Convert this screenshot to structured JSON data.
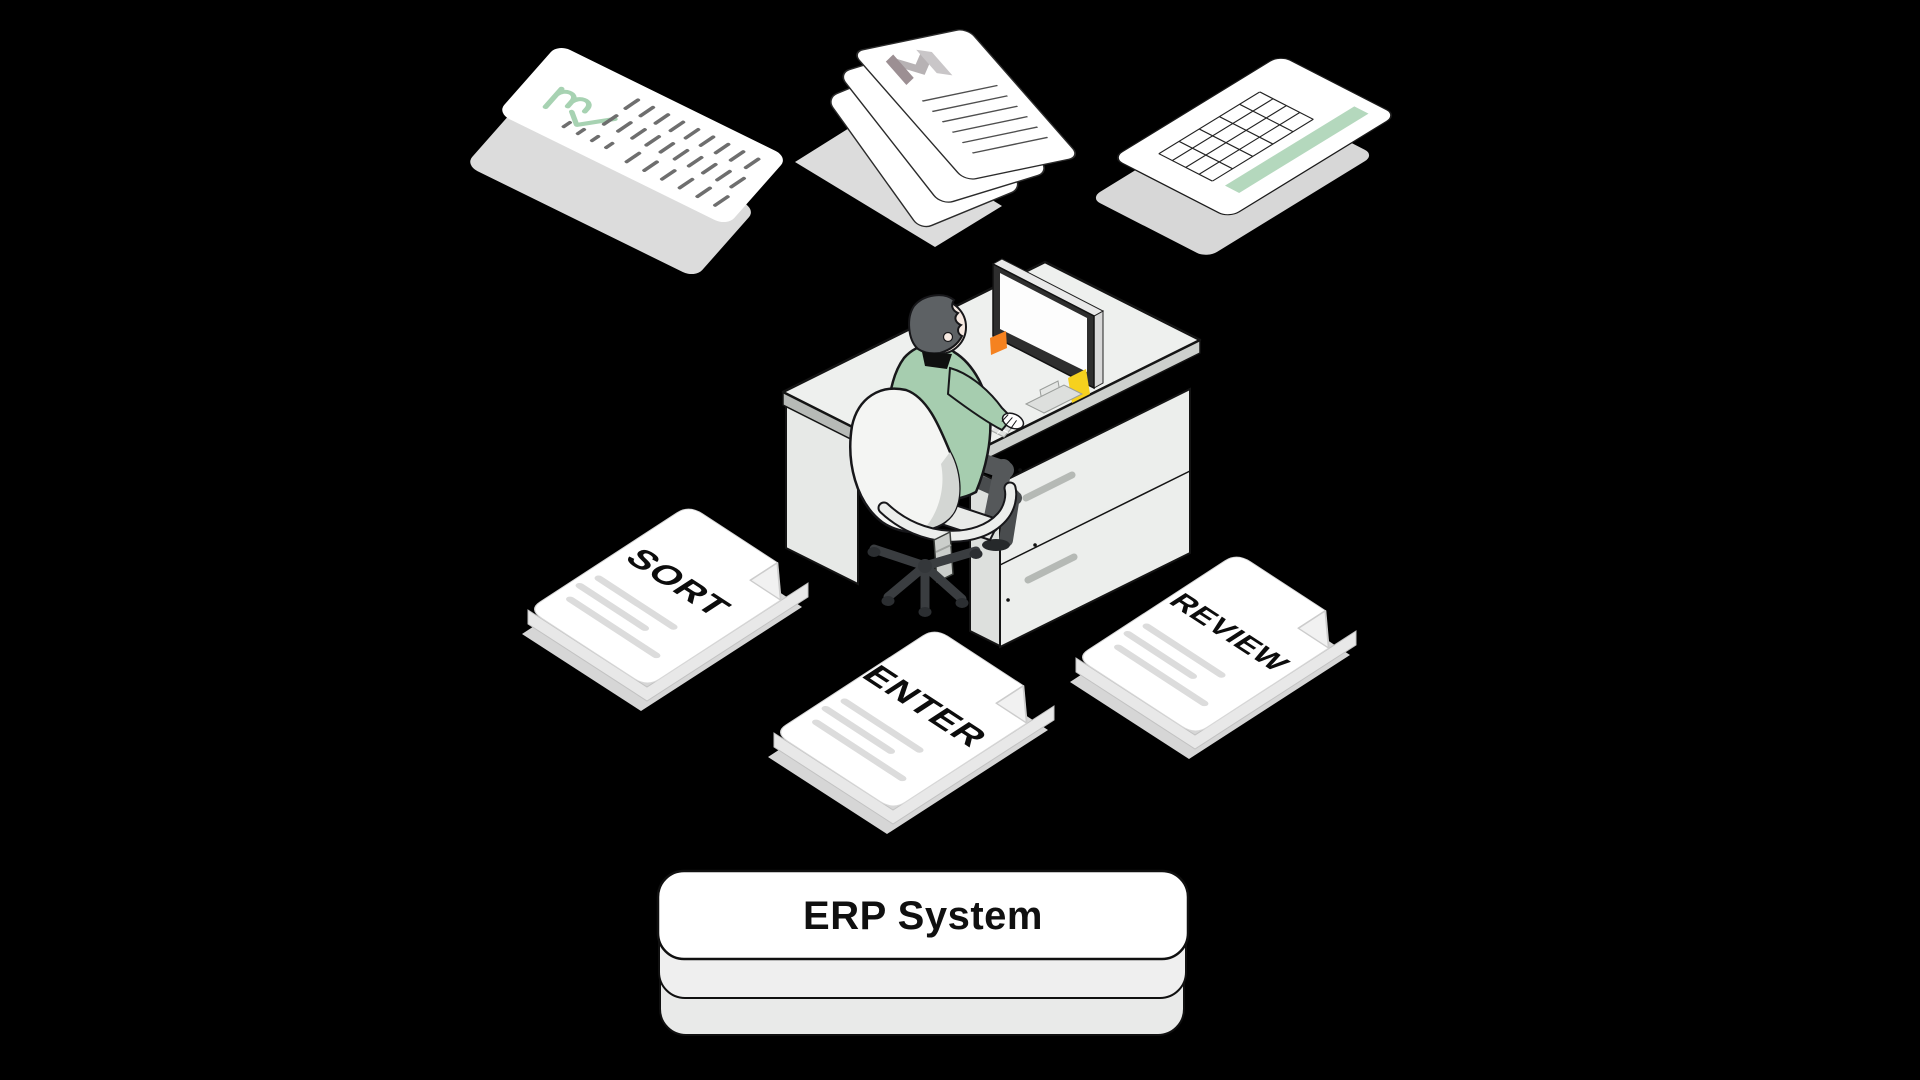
{
  "canvas": {
    "background": "#000000"
  },
  "illustration": {
    "source_documents": {
      "invoice_document": {
        "icon": "receipt-with-tally-lines-icon",
        "logo_icon": "green-m-check-logo",
        "logo_color": "#a7d2b2",
        "line_color": "#6e6e6e"
      },
      "email_document_stack": {
        "icon": "gmail-m-logo",
        "pages": 3,
        "logo_colors": {
          "left": "#9c8f93",
          "middle": "#b7b2b4",
          "right": "#c9c6c8"
        }
      },
      "spreadsheet_document": {
        "icon": "grid-table-icon",
        "grid_rows": 4,
        "grid_columns": 5,
        "stripe_color": "#b4d8bd"
      }
    },
    "workstation": {
      "shirt_color": "#a6cdaf",
      "desk_color": "#eef0ee",
      "chair_color": "#f4f5f3",
      "monitor_bezel_color": "#2e2e2e",
      "sticky_notes": [
        {
          "color": "#f58220"
        },
        {
          "color": "#f6d11e"
        }
      ]
    },
    "process_steps": [
      {
        "label": "SORT"
      },
      {
        "label": "ENTER"
      },
      {
        "label": "REVIEW"
      }
    ],
    "erp_system": {
      "label": "ERP System",
      "stack_layers": 3
    }
  }
}
